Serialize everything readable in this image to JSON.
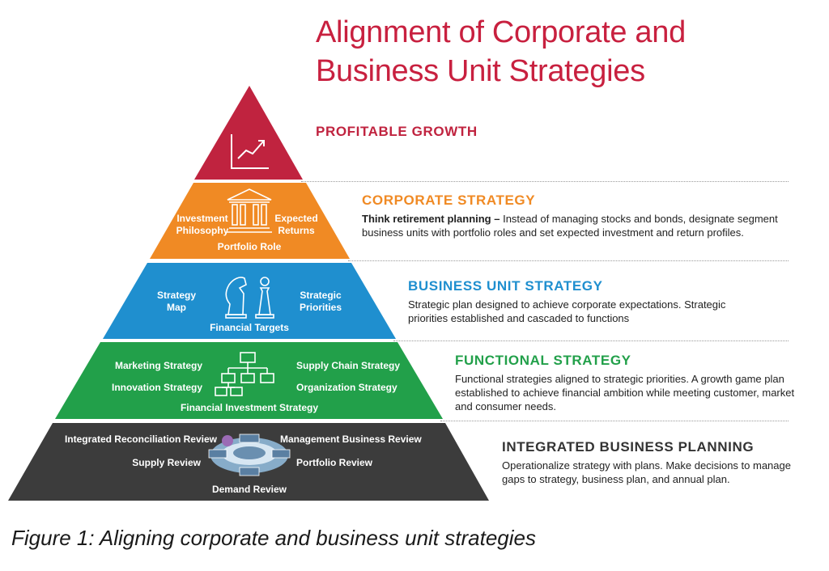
{
  "title": {
    "line1": "Alignment of Corporate and",
    "line2": "Business Unit Strategies"
  },
  "colors": {
    "title": "#c8203f",
    "growth": "#c0233f",
    "corporate": "#f08a24",
    "business_unit": "#1f8fcf",
    "functional": "#22a04a",
    "ibp": "#3c3c3c"
  },
  "levels": {
    "growth": {
      "heading": "PROFITABLE GROWTH",
      "icon": "chart-icon"
    },
    "corporate": {
      "heading": "CORPORATE STRATEGY",
      "left_label_1": "Investment",
      "left_label_2": "Philosophy",
      "right_label_1": "Expected",
      "right_label_2": "Returns",
      "bottom_label": "Portfolio Role",
      "icon": "bank-icon",
      "desc_bold": "Think retirement planning –",
      "desc": " Instead of managing stocks and bonds, designate segment business units with portfolio roles and set expected investment and return profiles."
    },
    "business_unit": {
      "heading": "BUSINESS UNIT STRATEGY",
      "left_label_1": "Strategy",
      "left_label_2": "Map",
      "right_label_1": "Strategic",
      "right_label_2": "Priorities",
      "bottom_label": "Financial Targets",
      "icon": "chess-icon",
      "desc": "Strategic plan designed to achieve corporate expectations. Strategic priorities established and cascaded to functions"
    },
    "functional": {
      "heading": "FUNCTIONAL STRATEGY",
      "top_left": "Marketing Strategy",
      "bottom_left": "Innovation Strategy",
      "top_right": "Supply Chain Strategy",
      "bottom_right": "Organization Strategy",
      "bottom_label": "Financial Investment Strategy",
      "icon": "org-chart-icon",
      "desc": "Functional strategies aligned to strategic priorities. A growth game plan established to achieve financial ambition while meeting customer, market and consumer needs."
    },
    "ibp": {
      "heading": "INTEGRATED BUSINESS PLANNING",
      "top_left": "Integrated Reconciliation Review",
      "top_right": "Management Business Review",
      "mid_left": "Supply Review",
      "mid_right": "Portfolio Review",
      "bottom_label": "Demand Review",
      "icon": "cycle-icon",
      "desc": "Operationalize strategy with plans. Make decisions to manage gaps to strategy, business plan, and annual plan."
    }
  },
  "caption": "Figure 1: Aligning corporate and business unit strategies"
}
